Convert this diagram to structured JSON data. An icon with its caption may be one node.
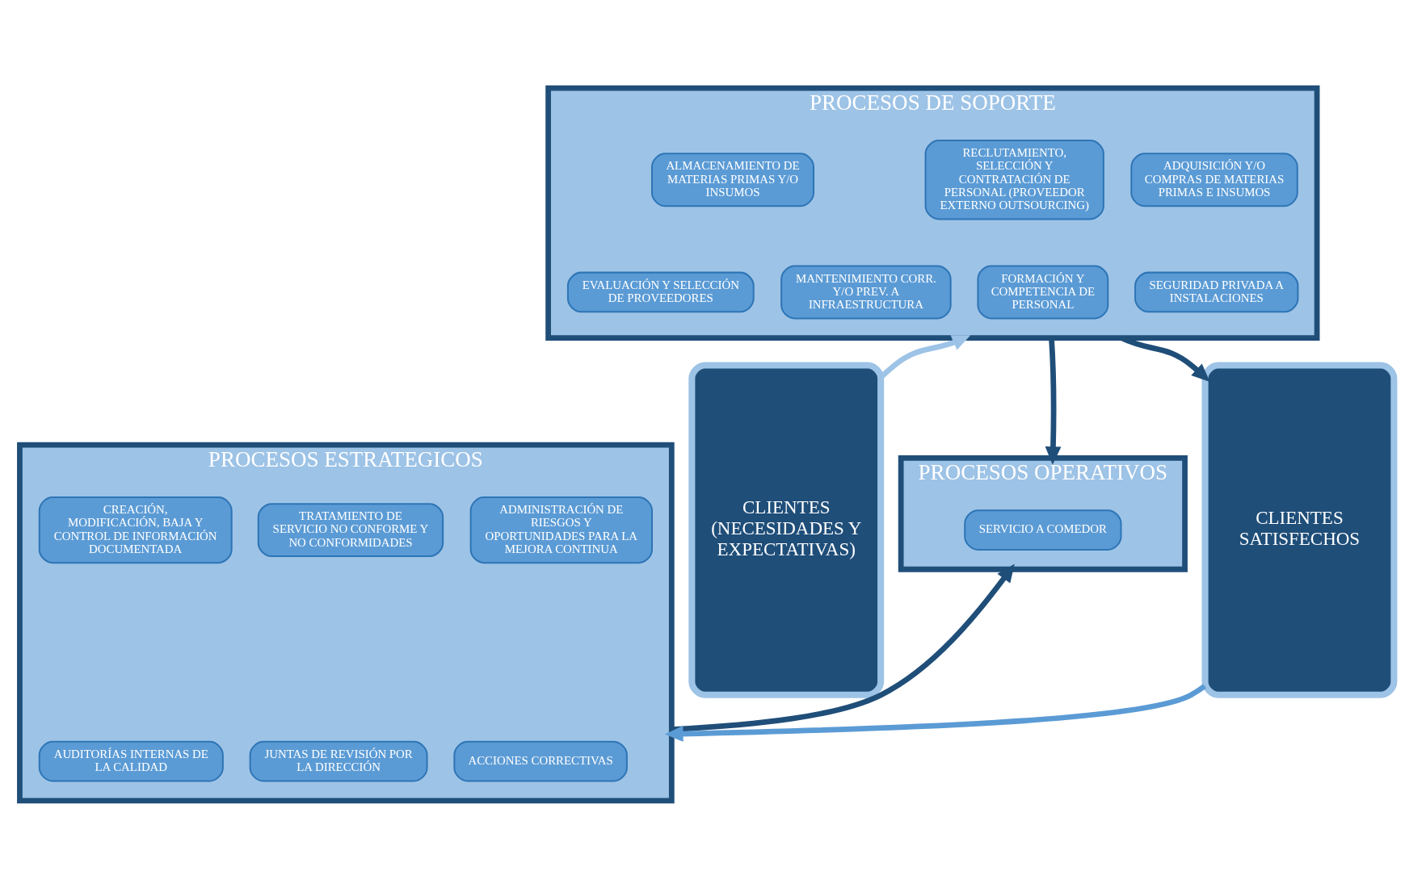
{
  "diagram": {
    "nodes": [
      {
        "text": [
          "CLIENTES (NECESIDADES Y EXPECTATIVAS)"
        ]
      },
      {
        "text": [
          "PROCESOS DE SOPORTE"
        ]
      },
      {
        "text": [
          "ADQUISICIÓN Y/O COMPRAS DE MATERIAS PRIMAS E INSUMOS"
        ],
        "in": 1
      },
      {
        "text": [
          "RECLUTAMIENTO, SELECCIÓN Y CONTRATACIÓN DE PERSONAL (PROVEEDOR EXTERNO OUTSOURCING)"
        ],
        "in": 1
      },
      {
        "text": [
          "ALMACENAMIENTO DE MATERIAS PRIMAS Y/O INSUMOS"
        ],
        "in": 1
      },
      {
        "text": [
          "FORMACIÓN Y COMPETENCIA DE PERSONAL"
        ],
        "in": 1
      },
      {
        "text": [
          "MANTENIMIENTO CORR. Y/O PREV. A INFRAESTRUCTURA"
        ],
        "in": 1
      },
      {
        "text": [
          "SEGURIDAD PRIVADA A INSTALACIONES"
        ],
        "in": 1
      },
      {
        "text": [
          "EVALUACIÓN Y SELECCIÓN DE PROVEEDORES"
        ],
        "in": 1
      },
      {
        "text": [
          "PROCESOS OPERATIVOS"
        ]
      },
      {
        "text": [
          "SERVICIO A COMEDOR"
        ],
        "in": 9
      },
      {
        "text": [
          "PROCESOS ESTRATEGICOS"
        ]
      },
      {
        "text": [
          "ADMINISTRACIÓN DE RIESGOS Y OPORTUNIDADES PARA LA MEJORA CONTINUA"
        ],
        "in": 11
      },
      {
        "text": [
          "TRATAMIENTO DE SERVICIO NO CONFORME Y NO CONFORMIDADES"
        ],
        "in": 11
      },
      {
        "text": [
          "CREACIÓN, MODIFICACIÓN, BAJA Y CONTROL DE INFORMACIÓN DOCUMENTADA"
        ],
        "in": 11
      },
      {
        "text": [
          "JUNTAS DE REVISIÓN POR LA DIRECCIÓN"
        ],
        "in": 11
      },
      {
        "text": [
          "ACCIONES CORRECTIVAS"
        ],
        "in": 11
      },
      {
        "text": [
          "AUDITORÍAS INTERNAS DE LA CALIDAD"
        ],
        "in": 11
      },
      {
        "text": [
          "CLIENTES SATISFECHOS"
        ]
      }
    ],
    "edges": [
      {
        "from": 0,
        "to": 1,
        "arrow": "to",
        "color": "#9dc3e6"
      },
      {
        "from": 1,
        "to": 18,
        "arrow": "to"
      },
      {
        "from": 1,
        "to": 9,
        "arrow": "to"
      },
      {
        "from": 11,
        "to": 9,
        "arrow": "to"
      },
      {
        "from": 18,
        "to": 11,
        "arrow": "to",
        "color": "#5b9bd5"
      }
    ]
  }
}
